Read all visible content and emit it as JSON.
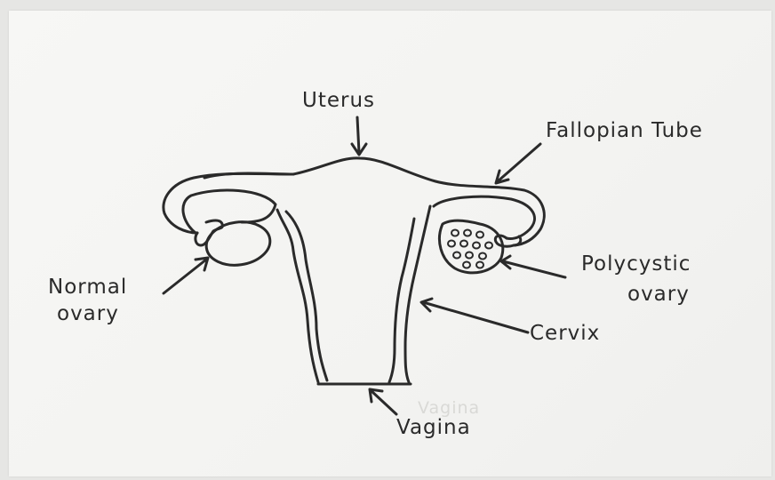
{
  "labels": {
    "uterus": "Uterus",
    "fallopian_tube": "Fallopian Tube",
    "normal_ovary_line1": "Normal",
    "normal_ovary_line2": "ovary",
    "polycystic_ovary_line1": "Polycystic",
    "polycystic_ovary_line2": "ovary",
    "cervix": "Cervix",
    "vagina": "Vagina",
    "vagina_faint": "Vagina"
  },
  "colors": {
    "ink": "#2a2a2a",
    "paper": "#f5f5f3"
  }
}
